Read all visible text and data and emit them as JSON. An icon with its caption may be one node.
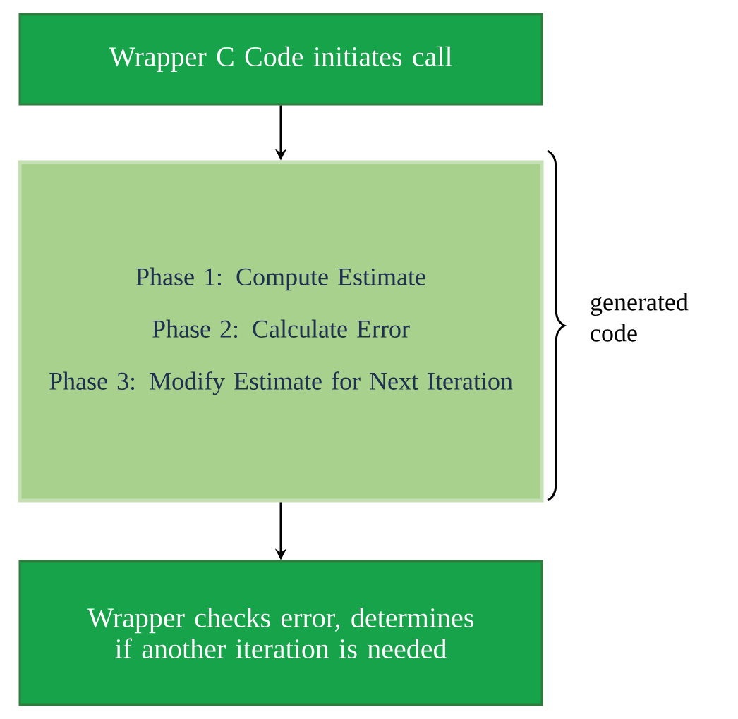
{
  "diagram": {
    "nodes": [
      {
        "text": [
          "Wrapper C Code initiates call"
        ]
      },
      {
        "text": [
          "Phase 1: Compute Estimate",
          "Phase 2: Calculate Error",
          "Phase 3: Modify Estimate for Next Iteration"
        ]
      },
      {
        "text": [
          "Wrapper checks error, determines if another iteration is needed"
        ]
      }
    ],
    "edges": [
      {
        "from": 0,
        "to": 1,
        "arrow": "to"
      },
      {
        "from": 1,
        "to": 2,
        "arrow": "to"
      }
    ],
    "labels": [
      "generated code"
    ]
  }
}
